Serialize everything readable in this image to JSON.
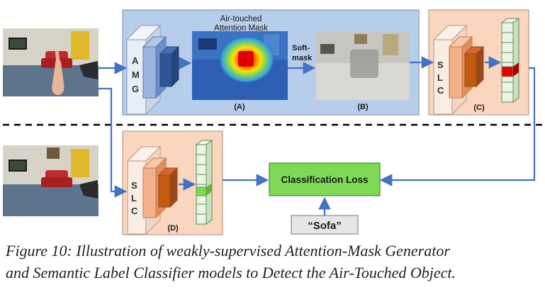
{
  "amg": {
    "letters": [
      "A",
      "M",
      "G"
    ]
  },
  "slc": {
    "letters": [
      "S",
      "L",
      "C"
    ]
  },
  "attention_title_line1": "Air-touched",
  "attention_title_line2": "Attention Mask",
  "softmask_line1": "Soft-",
  "softmask_line2": "mask",
  "labels": {
    "a": "(A)",
    "b": "(B)",
    "c": "(C)",
    "d": "(D)"
  },
  "loss_label": "Classification Loss",
  "target_label": "“Sofa”",
  "caption_line1": "Figure 10: Illustration of weakly-supervised Attention-Mask Generator",
  "caption_line2": "and Semantic Label Classifier models to Detect the Air-Touched Object.",
  "colors": {
    "amg_panel": "#b7cdec",
    "slc_panel": "#f9d6bd",
    "loss_box": "#7ed957",
    "target_box": "#e6e6e6",
    "arrow": "#4472c4",
    "highlight_red": "#e60000",
    "highlight_green": "#7ed957"
  }
}
